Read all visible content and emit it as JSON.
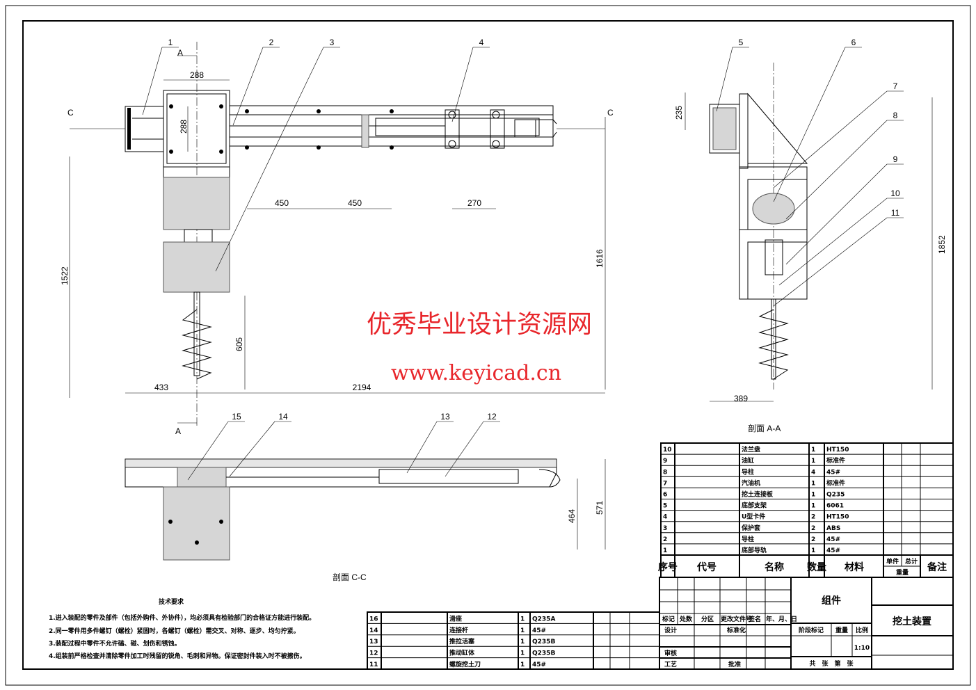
{
  "balloons": {
    "p1": "1",
    "p2": "2",
    "p3": "3",
    "p4": "4",
    "p5": "5",
    "p6": "6",
    "p7": "7",
    "p8": "8",
    "p9": "9",
    "p10": "10",
    "p11": "11",
    "p12": "12",
    "p13": "13",
    "p14": "14",
    "p15": "15"
  },
  "dims": {
    "w288": "288",
    "h288": "288",
    "d450a": "450",
    "d450b": "450",
    "d270": "270",
    "d1522": "1522",
    "d1616": "1616",
    "d605": "605",
    "d433": "433",
    "d2194": "2194",
    "d235": "235",
    "d1852": "1852",
    "d389": "389",
    "d464": "464",
    "d571": "571"
  },
  "markers": {
    "a_top": "A",
    "a_bottom": "A",
    "c_left": "C",
    "c_right": "C"
  },
  "views": {
    "section_aa": "剖面 A-A",
    "section_cc": "剖面 C-C"
  },
  "watermark": {
    "line1": "优秀毕业设计资源网",
    "line2": "www.keyicad.cn"
  },
  "tech": {
    "title": "技术要求",
    "items": [
      "1.进入装配的零件及部件（包括外购件、外协件），均必须具有检验部门的合格证方能进行装配。",
      "2.同一零件用多件螺钉（螺栓）紧固时，各螺钉（螺栓）需交叉、对称、逐步、均匀拧紧。",
      "3.装配过程中零件不允许磕、碰、划伤和锈蚀。",
      "4.组装前严格检查并清除零件加工时残留的锐角、毛刺和异物。保证密封件装入时不被擦伤。"
    ]
  },
  "bom_upper": [
    [
      "10",
      "",
      "法兰盘",
      "1",
      "HT150"
    ],
    [
      "9",
      "",
      "油缸",
      "1",
      "标准件"
    ],
    [
      "8",
      "",
      "导柱",
      "4",
      "45#"
    ],
    [
      "7",
      "",
      "汽油机",
      "1",
      "标准件"
    ],
    [
      "6",
      "",
      "挖土连接板",
      "1",
      "Q235"
    ],
    [
      "5",
      "",
      "底部支架",
      "1",
      "6061"
    ],
    [
      "4",
      "",
      "U型卡件",
      "2",
      "HT150"
    ],
    [
      "3",
      "",
      "保护套",
      "2",
      "ABS"
    ],
    [
      "2",
      "",
      "导柱",
      "2",
      "45#"
    ],
    [
      "1",
      "",
      "底部导轨",
      "1",
      "45#"
    ]
  ],
  "bom_header": {
    "seq": "序号",
    "code": "代号",
    "name": "名称",
    "qty": "数量",
    "material": "材料",
    "single": "单件",
    "total": "总计",
    "mass": "重量",
    "remark": "备注"
  },
  "bom_lower": [
    [
      "16",
      "",
      "滑座",
      "1",
      "Q235A"
    ],
    [
      "14",
      "",
      "连接杆",
      "1",
      "45#"
    ],
    [
      "13",
      "",
      "推拉活塞",
      "1",
      "Q235B"
    ],
    [
      "12",
      "",
      "推动缸体",
      "1",
      "Q235B"
    ],
    [
      "11",
      "",
      "螺旋挖土刀",
      "1",
      "45#"
    ]
  ],
  "title_block": {
    "mark": "标记",
    "count": "处数",
    "zone": "分区",
    "doc": "更改文件号",
    "sign": "签名",
    "date": "年、月、日",
    "design": "设计",
    "standard": "标准化",
    "review": "审核",
    "process": "工艺",
    "approve": "批准",
    "assembly": "组件",
    "stage": "阶段标记",
    "weight": "重量",
    "scale_label": "比例",
    "scale": "1:10",
    "sheets": "共　张　第　张",
    "drawing_name": "挖土装置"
  }
}
